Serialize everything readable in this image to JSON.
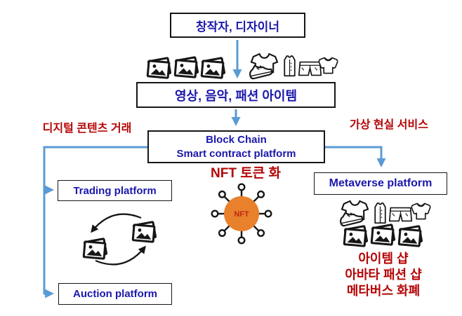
{
  "diagram": {
    "title": "NFT content and metaverse platform flow",
    "nodes": {
      "creator": {
        "label": "창작자, 디자이너"
      },
      "items": {
        "label": "영상, 음악, 패션 아이템"
      },
      "blockchain": {
        "line1": "Block Chain",
        "line2": "Smart contract platform"
      },
      "trading": {
        "label": "Trading platform"
      },
      "auction": {
        "label": "Auction platform"
      },
      "metaverse": {
        "label": "Metaverse platform"
      }
    },
    "labels": {
      "digital_content_trade": "디지털 콘텐츠 거래",
      "vr_service": "가상 현실 서비스",
      "nft_tokenization": "NFT 토큰 화",
      "nft_badge": "NFT",
      "item_shop": "아이템 샵",
      "avatar_fashion_shop": "아바타 패션 샵",
      "metaverse_currency": "메타버스 화폐"
    },
    "icons": [
      "photo-stack-icon",
      "tshirt-sneaker-icon",
      "vest-icon",
      "shorts-icon",
      "sweater-icon",
      "exchange-cycle-icon",
      "nft-network-icon",
      "arrow-down-icon"
    ],
    "colors": {
      "box_text_blue": "#1b18ab",
      "red_text": "#b50505",
      "connector_blue": "#5b9bd5",
      "nft_orange": "#e8802c",
      "nft_badge_red": "#c02814",
      "icon_black": "#161616"
    },
    "edges": [
      "creator -> items",
      "items -> blockchain",
      "blockchain -> trading",
      "blockchain -> auction",
      "blockchain -> metaverse"
    ]
  }
}
